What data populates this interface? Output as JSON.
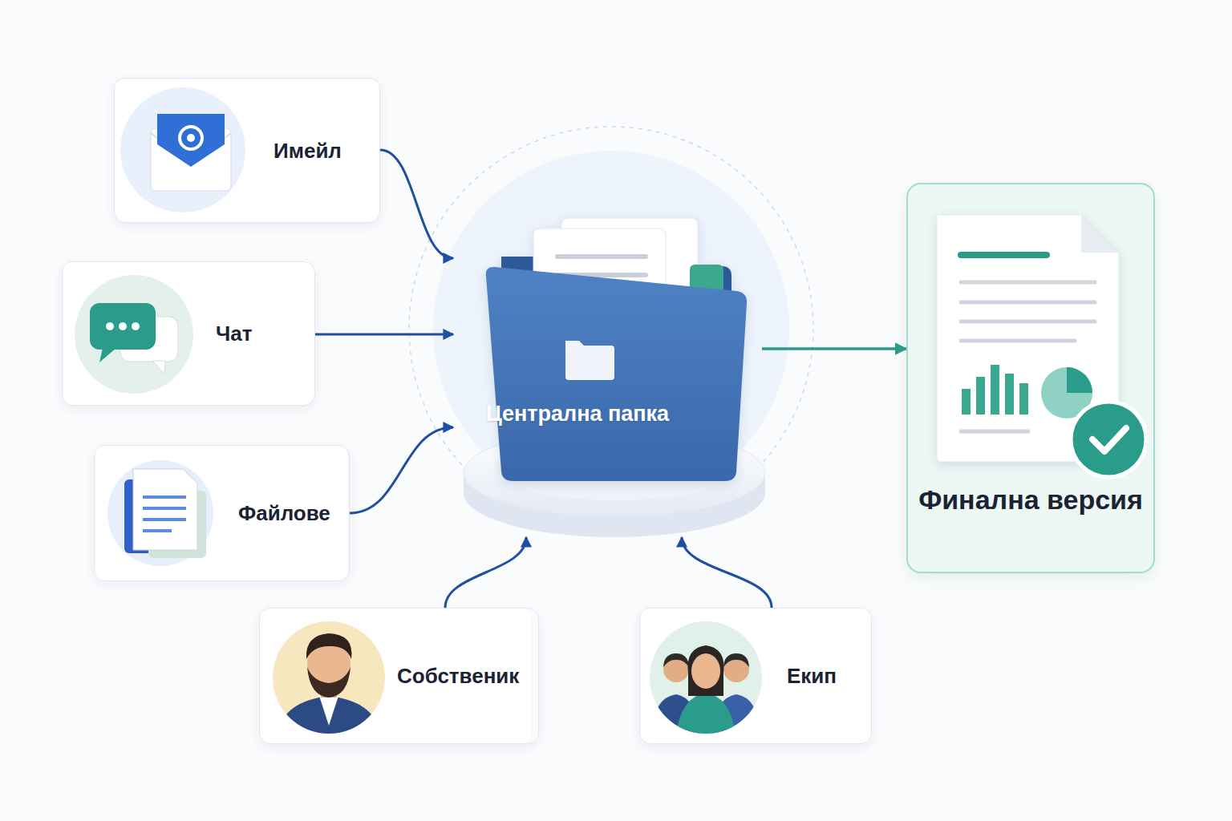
{
  "diagram": {
    "nodes": [
      {
        "text": [
          "Имейл"
        ]
      },
      {
        "text": [
          "Чат"
        ]
      },
      {
        "text": [
          "Файлове"
        ]
      },
      {
        "text": [
          "Централна папка"
        ]
      },
      {
        "text": [
          "Финална версия"
        ]
      },
      {
        "text": [
          "Собственик"
        ]
      },
      {
        "text": [
          "Екип"
        ]
      }
    ],
    "edges": [
      {
        "from": 0,
        "to": 3,
        "arrow": "to"
      },
      {
        "from": 1,
        "to": 3,
        "arrow": "to"
      },
      {
        "from": 2,
        "to": 3,
        "arrow": "to"
      },
      {
        "from": 3,
        "to": 4,
        "arrow": "to"
      },
      {
        "from": 5,
        "to": 3,
        "arrow": "to"
      },
      {
        "from": 6,
        "to": 3,
        "arrow": "to"
      }
    ]
  }
}
